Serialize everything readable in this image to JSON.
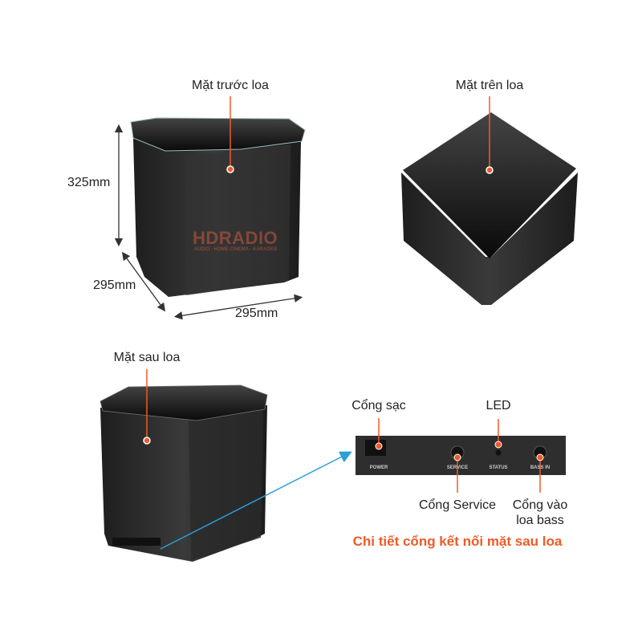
{
  "front_view": {
    "label": "Mặt trước loa",
    "height": "325mm",
    "depth": "295mm",
    "width": "295mm"
  },
  "top_view": {
    "label": "Mặt trên loa"
  },
  "back_view": {
    "label": "Mặt sau loa"
  },
  "watermark": {
    "brand": "HDRADIO",
    "tagline": "AUDIO - HOME CINEMA - KARAOKE"
  },
  "port_panel": {
    "ports": [
      {
        "label": "POWER",
        "callout": "Cổng sạc"
      },
      {
        "label": "SERVICE",
        "callout": "Cổng Service"
      },
      {
        "label": "STATUS",
        "callout": "LED"
      },
      {
        "label": "BASS IN",
        "callout_line1": "Cổng vào",
        "callout_line2": "loa bass"
      }
    ],
    "title": "Chi tiết cổng kết nối mặt sau loa"
  },
  "colors": {
    "accent": "#f05a28",
    "arrow": "#2a9fd8",
    "speaker": "#2b2b2b"
  }
}
